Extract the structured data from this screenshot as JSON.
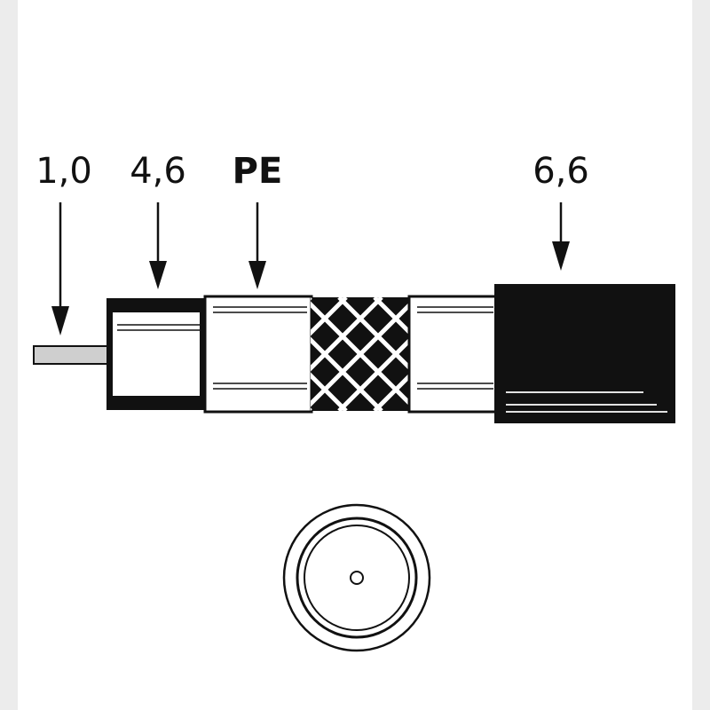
{
  "labels": {
    "conductor": "1,0",
    "dielectric": "4,6",
    "material": "PE",
    "jacket": "6,6"
  },
  "colors": {
    "ink": "#111111",
    "paper": "#ffffff",
    "conductor_fill": "#cfcfcf",
    "page_edge": "#ececec"
  }
}
